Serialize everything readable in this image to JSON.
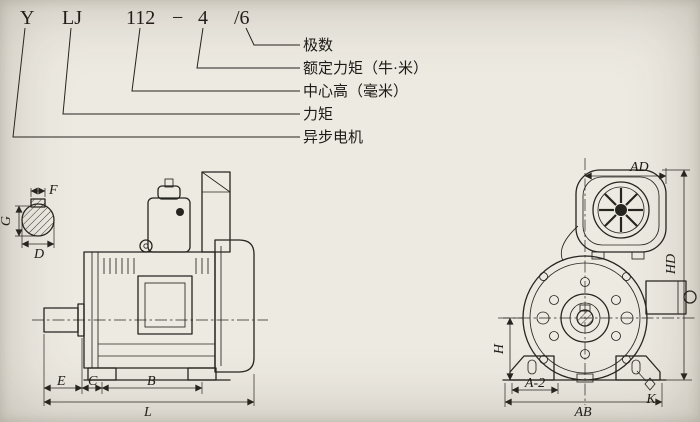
{
  "colors": {
    "background": "#edeae2",
    "ink": "#26241f"
  },
  "model_code": {
    "series": "Y",
    "type": "LJ",
    "frame": "112",
    "dash": "−",
    "torque": "4",
    "poles": "/6"
  },
  "legend": {
    "items": [
      {
        "label": "极数"
      },
      {
        "label": "额定力矩（牛·米）"
      },
      {
        "label": "中心高（毫米）"
      },
      {
        "label": "力矩"
      },
      {
        "label": "异步电机"
      }
    ]
  },
  "side_view": {
    "dims": {
      "F": "F",
      "G": "G",
      "D": "D",
      "E": "E",
      "C": "C",
      "B": "B",
      "L": "L"
    }
  },
  "front_view": {
    "dims": {
      "AD": "AD",
      "HD": "HD",
      "H": "H",
      "A2": "A-2",
      "AB": "AB",
      "K": "K"
    }
  }
}
